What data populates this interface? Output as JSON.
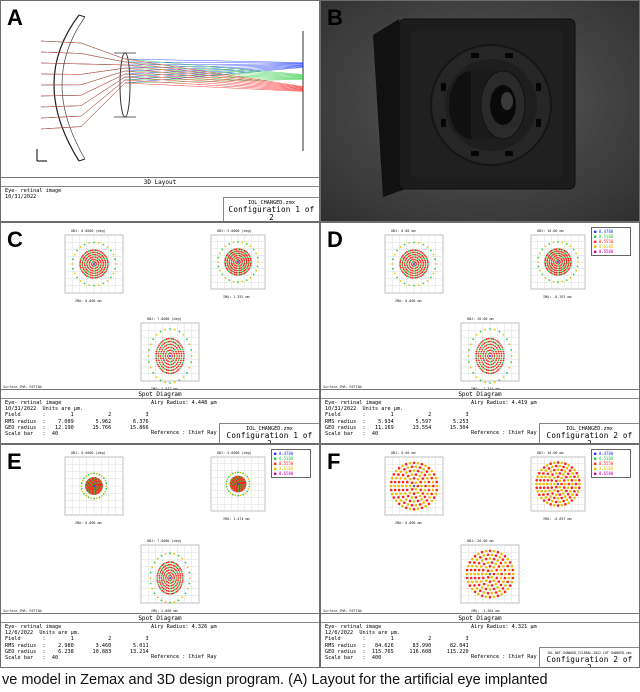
{
  "panels": {
    "a": {
      "label": "A",
      "footer_title": "3D Layout",
      "footer_lines": [
        "Eye- retinal image",
        "10/31/2022"
      ],
      "file": "IOL_CHANGED.zmx",
      "config": "Configuration 1 of 2"
    },
    "b": {
      "label": "B"
    },
    "c": {
      "label": "C",
      "footer_title": "Spot Diagram",
      "field_headers": [
        "OBJ: 0.0000 (deg)",
        "OBJ: 5.0000 (deg)",
        "OBJ: 7.0000 (deg)"
      ],
      "rms": [
        "IMA: 0.000 mm",
        "IMA: 1.352 mm",
        "IMA: 2.042 mm"
      ],
      "surface": "Surface IMA: RETINA",
      "lines": [
        "Eye- retinal image",
        "10/31/2022  Units are µm.",
        "Field       :        1           2           3",
        "RMS radius  :    7.089       5.962       6.376",
        "GEO radius  :   12.190      15.766      15.866",
        "Scale bar   :  40"
      ],
      "airy": "Airy Radius: 4.448 µm",
      "reference": "Reference  : Chief Ray",
      "file": "IOL_CHANGED.zmx",
      "config": "Configuration 1 of 2"
    },
    "d": {
      "label": "D",
      "field_headers": [
        "OBJ: 0.00 mm",
        "OBJ: 10.00 mm",
        "OBJ: 20.00 mm"
      ],
      "rms": [
        "IMA: 0.000 mm",
        "IMA: -0.707 mm",
        "IMA: -1.344 mm"
      ],
      "surface": "Surface IMA: RETINA",
      "footer_title": "Spot Diagram",
      "lines": [
        "Eye- retinal image",
        "10/31/2022  Units are µm.",
        "Field       :        1           2           3",
        "RMS radius  :    5.934       5.597       5.253",
        "GEO radius  :   11.169      13.554      15.304",
        "Scale bar   :  40"
      ],
      "airy": "Airy Radius: 4.419 µm",
      "reference": "Reference  : Chief Ray",
      "file": "IOL_CHANGED.zmx",
      "config": "Configuration 2 of 2"
    },
    "e": {
      "label": "E",
      "field_headers": [
        "OBJ: 0.0000 (deg)",
        "OBJ: 5.0000 (deg)",
        "OBJ: 7.0000 (deg)"
      ],
      "rms": [
        "IMA: 0.000 mm",
        "IMA: 1.474 mm",
        "IMA: 2.066 mm"
      ],
      "surface": "Surface IMA: RETINA",
      "footer_title": "Spot Diagram",
      "lines": [
        "Eye- retinal image",
        "12/6/2022  Units are µm.",
        "Field       :        1           2           3",
        "RMS radius  :    2.980       3.460       5.011",
        "GEO radius  :    6.238      10.883      13.214",
        "Scale bar   :  40"
      ],
      "airy": "Airy Radius: 4.326 µm",
      "reference": "Reference  : Chief Ray"
    },
    "f": {
      "label": "F",
      "field_headers": [
        "OBJ: 0.00 mm",
        "OBJ: 10.00 mm",
        "OBJ: 20.00 mm"
      ],
      "rms": [
        "IMA: 0.000 mm",
        "IMA: -0.657 mm",
        "IMA: -1.304 mm"
      ],
      "surface": "Surface IMA: RETINA",
      "footer_title": "Spot Diagram",
      "lines": [
        "Eye- retinal image",
        "12/6/2022  Units are µm.",
        "Field       :        1           2           3",
        "RMS radius  :   84.626      83.990      82.041",
        "GEO radius  :  115.765     116.608     115.220",
        "Scale bar   :  400"
      ],
      "airy": "Airy Radius: 4.321 µm",
      "reference": "Reference  : Chief Ray",
      "file": "IOL_NOT CHANGED_ICLEBAL-2022 CUT CHANGED.zmx",
      "config": "Configuration 2 of 2"
    }
  },
  "legend_wavelengths": [
    "0.4700",
    "0.5100",
    "0.5550",
    "0.6100",
    "0.6500"
  ],
  "wavelength_colors": [
    "#1f3cff",
    "#2ecc40",
    "#ff2222",
    "#e8c000",
    "#c000c0"
  ],
  "caption": "ve model in Zemax and 3D design program. (A) Layout for the artificial eye implanted"
}
